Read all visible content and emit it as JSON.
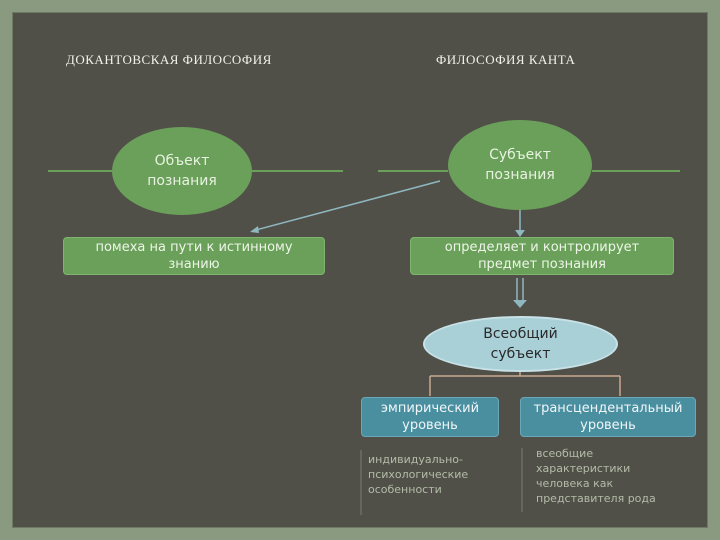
{
  "headings": {
    "left": "ДОКАНТОВСКАЯ ФИЛОСОФИЯ",
    "right": "ФИЛОСОФИЯ КАНТА"
  },
  "left": {
    "ellipse_line1": "Объект",
    "ellipse_line2": "познания",
    "box_line1": "помеха на пути к истинному",
    "box_line2": "знанию"
  },
  "right": {
    "ellipse_line1": "Субъект",
    "ellipse_line2": "познания",
    "box_line1": "определяет и контролирует",
    "box_line2": "предмет познания"
  },
  "universal": {
    "line1": "Всеобщий",
    "line2": "субъект"
  },
  "levels": {
    "empirical_line1": "эмпирический",
    "empirical_line2": "уровень",
    "transcendental_line1": "трансцендентальный",
    "transcendental_line2": "уровень"
  },
  "notes": {
    "empirical": [
      "индивидуально-",
      "психологические",
      "особенности"
    ],
    "transcendental": [
      "всеобщие",
      "характеристики",
      "человека как",
      "представителя рода"
    ]
  },
  "colors": {
    "background": "#505049",
    "frame": "#8a9a80",
    "green": "#6aa05a",
    "blue_ellipse": "#a9cfd7",
    "blue_box": "#4a8fa0"
  }
}
